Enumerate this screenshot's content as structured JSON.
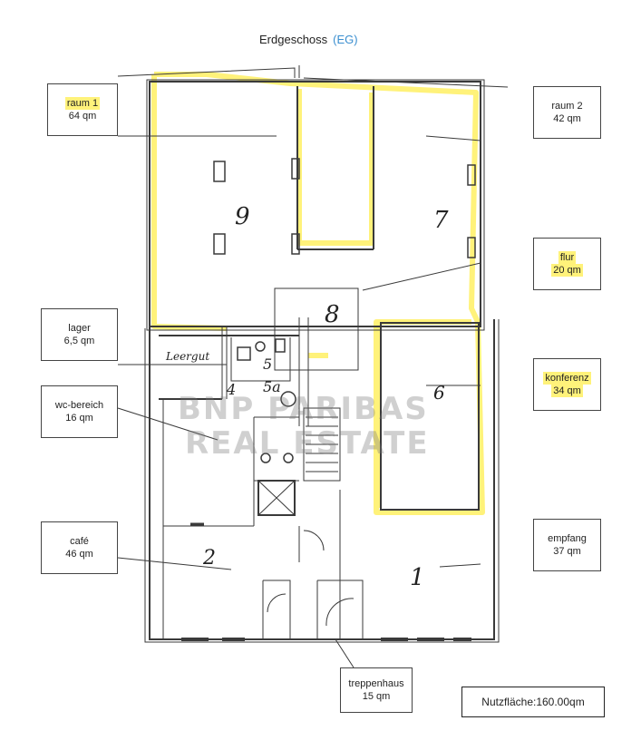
{
  "header": {
    "title": "Erdgeschoss",
    "subtitle": "(EG)"
  },
  "rooms": [
    {
      "name": "raum 1",
      "area": "64 qm",
      "highlight": true
    },
    {
      "name": "raum 2",
      "area": "42 qm",
      "highlight": false
    },
    {
      "name": "flur",
      "area": "20 qm",
      "highlight": true
    },
    {
      "name": "lager",
      "area": "6,5 qm",
      "highlight": false
    },
    {
      "name": "konferenz",
      "area": "34 qm",
      "highlight": true
    },
    {
      "name": "wc-bereich",
      "area": "16 qm",
      "highlight": false
    },
    {
      "name": "café",
      "area": "46 qm",
      "highlight": false
    },
    {
      "name": "empfang",
      "area": "37 qm",
      "highlight": false
    },
    {
      "name": "treppenhaus",
      "area": "15 qm",
      "highlight": false
    }
  ],
  "total": {
    "text": "Nutzfläche:160.00qm"
  },
  "handwritten": {
    "n9": "9",
    "n7": "7",
    "n8": "8",
    "n6": "6",
    "n5": "5",
    "n5a": "5a",
    "n4": "4",
    "n2": "2",
    "n1": "1",
    "leergut": "Leergut"
  },
  "watermark": {
    "line1": "BNP PARIBAS",
    "line2": "REAL ESTATE"
  },
  "colors": {
    "highlight": "#fff27a",
    "walls": "#3a3a3a",
    "subtitle": "#3b8fd0"
  }
}
